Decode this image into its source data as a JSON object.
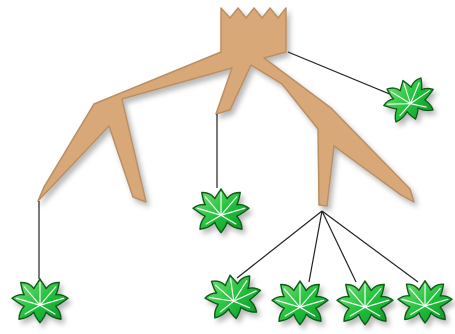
{
  "diagram": {
    "colors": {
      "branch_fill": "#D8A878",
      "branch_stroke": "#B98F63",
      "string": "#222222",
      "leaf_fill": "#1FBF3A",
      "leaf_highlight": "#7CE27A",
      "leaf_outline": "#0C5A18",
      "leaf_vein": "#FFFFFF",
      "background": "#FFFFFF"
    },
    "icons": [
      "branch-shape",
      "leaf-icon"
    ],
    "leaf_count": 7,
    "hanging_leaf_count": 6,
    "leaf_clusters": 4
  }
}
